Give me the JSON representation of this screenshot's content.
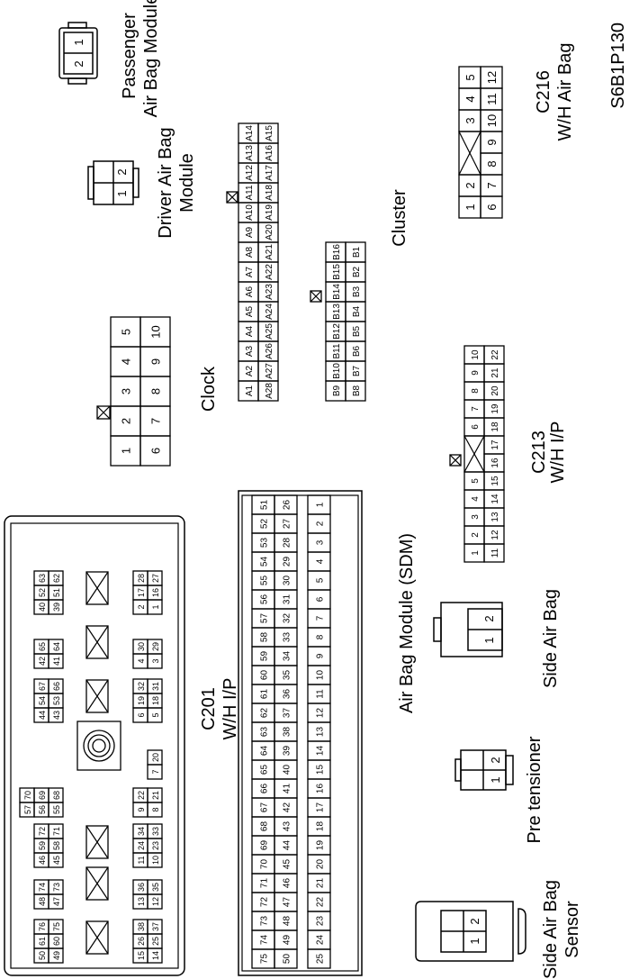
{
  "figure_id": "S6B1P130",
  "connectors": {
    "passenger_airbag": {
      "label_1": "Passenger",
      "label_2": "Air Bag Module",
      "pins": [
        "1",
        "2"
      ]
    },
    "driver_airbag": {
      "label_1": "Driver Air Bag",
      "label_2": "Module",
      "pins": [
        "1",
        "2"
      ]
    },
    "clock": {
      "label": "Clock",
      "pins_top": [
        "1",
        "2",
        "3",
        "4",
        "5"
      ],
      "pins_bottom": [
        "6",
        "7",
        "8",
        "9",
        "10"
      ]
    },
    "cluster": {
      "label": "Cluster",
      "a_row1": [
        "A1",
        "A2",
        "A3",
        "A4",
        "A5",
        "A6",
        "A7",
        "A8",
        "A9",
        "A10",
        "A11",
        "A12",
        "A13",
        "A14"
      ],
      "a_row2": [
        "A28",
        "A27",
        "A26",
        "A25",
        "A24",
        "A23",
        "A22",
        "A21",
        "A20",
        "A19",
        "A18",
        "A17",
        "A16",
        "A15"
      ],
      "b_row1": [
        "B9",
        "B10",
        "B11",
        "B12",
        "B13",
        "B14",
        "B15",
        "B16"
      ],
      "b_row2": [
        "B8",
        "B7",
        "B6",
        "B5",
        "B4",
        "B3",
        "B2",
        "B1"
      ]
    },
    "c216": {
      "label_1": "C216",
      "label_2": "W/H Air Bag",
      "row1": [
        "1",
        "2",
        "3",
        "4",
        "5"
      ],
      "row2": [
        "6",
        "7",
        "8",
        "9",
        "10",
        "11",
        "12"
      ]
    },
    "c213": {
      "label_1": "C213",
      "label_2": "W/H I/P",
      "row1": [
        "1",
        "2",
        "3",
        "4",
        "5",
        "6",
        "7",
        "8",
        "9",
        "10"
      ],
      "row2": [
        "11",
        "12",
        "13",
        "14",
        "15",
        "16",
        "17",
        "18",
        "19",
        "20",
        "21",
        "22"
      ]
    },
    "sdm": {
      "label": "Air Bag Module (SDM)",
      "row1": [
        "75",
        "74",
        "73",
        "72",
        "71",
        "70",
        "69",
        "68",
        "67",
        "66",
        "65",
        "64",
        "63",
        "62",
        "61",
        "60",
        "59",
        "58",
        "57",
        "56",
        "55",
        "54",
        "53",
        "52",
        "51"
      ],
      "row2": [
        "50",
        "49",
        "48",
        "47",
        "46",
        "45",
        "44",
        "43",
        "42",
        "41",
        "40",
        "39",
        "38",
        "37",
        "36",
        "35",
        "34",
        "33",
        "32",
        "31",
        "30",
        "29",
        "28",
        "27",
        "26"
      ],
      "row3": [
        "25",
        "24",
        "23",
        "22",
        "21",
        "20",
        "19",
        "18",
        "17",
        "16",
        "15",
        "14",
        "13",
        "12",
        "11",
        "10",
        "9",
        "8",
        "7",
        "6",
        "5",
        "4",
        "3",
        "2",
        "1"
      ]
    },
    "c201": {
      "label_1": "C201",
      "label_2": "W/H I/P",
      "blocks_top": [
        [
          [
            "15",
            "14"
          ],
          [
            "26",
            "25"
          ],
          [
            "38",
            "37"
          ]
        ],
        [
          [
            "13",
            "12"
          ],
          [
            "36",
            "35"
          ]
        ],
        [
          [
            "11",
            "10"
          ],
          [
            "24",
            "23"
          ],
          [
            "34",
            "33"
          ]
        ],
        [
          [
            "9",
            "8"
          ],
          [
            "22",
            "21"
          ]
        ],
        [
          [
            "7"
          ],
          [
            "20"
          ]
        ],
        [
          [
            "6",
            "5"
          ],
          [
            "19",
            "18"
          ],
          [
            "32",
            "31"
          ]
        ],
        [
          [
            "4",
            "3"
          ],
          [
            "30",
            "29"
          ]
        ],
        [
          [
            "2",
            "1"
          ],
          [
            "17",
            "16"
          ],
          [
            "28",
            "27"
          ]
        ]
      ],
      "blocks_bottom": [
        [
          [
            "50",
            "49"
          ],
          [
            "61",
            "60"
          ],
          [
            "76",
            "75"
          ]
        ],
        [
          [
            "48",
            "47"
          ],
          [
            "74",
            "73"
          ]
        ],
        [
          [
            "46",
            "45"
          ],
          [
            "59",
            "58"
          ],
          [
            "72",
            "71"
          ]
        ],
        [
          [
            "57",
            "56",
            "55"
          ],
          [
            "70",
            "69",
            "68"
          ]
        ],
        [
          [
            "44",
            "43"
          ],
          [
            "54",
            "53"
          ],
          [
            "67",
            "66"
          ]
        ],
        [
          [
            "42",
            "41"
          ],
          [
            "65",
            "64"
          ]
        ],
        [
          [
            "40",
            "39"
          ],
          [
            "52",
            "51"
          ],
          [
            "63",
            "62"
          ]
        ]
      ]
    },
    "side_airbag_sensor": {
      "label_1": "Side Air Bag",
      "label_2": "Sensor",
      "pins": [
        "1",
        "2"
      ]
    },
    "pre_tensioner": {
      "label": "Pre tensioner",
      "pins": [
        "1",
        "2"
      ]
    },
    "side_airbag": {
      "label": "Side Air Bag",
      "pins": [
        "1",
        "2"
      ]
    }
  }
}
